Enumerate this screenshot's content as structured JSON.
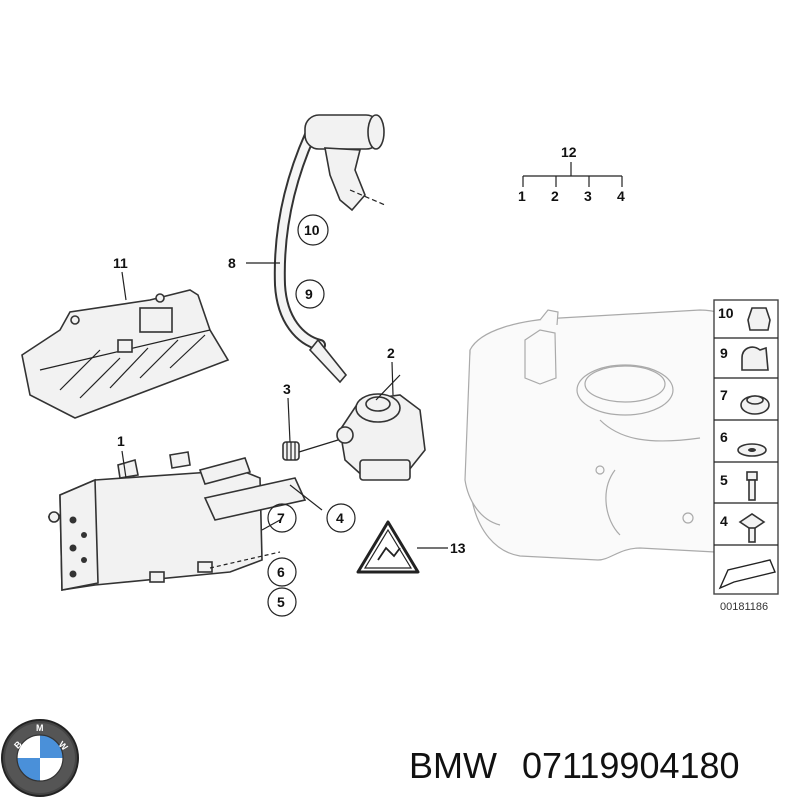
{
  "diagram": {
    "group_label": "12",
    "group_children": [
      "1",
      "2",
      "3",
      "4"
    ],
    "callouts": [
      {
        "id": "c1",
        "label": "1"
      },
      {
        "id": "c2",
        "label": "2"
      },
      {
        "id": "c3",
        "label": "3"
      },
      {
        "id": "c4",
        "label": "4"
      },
      {
        "id": "c5",
        "label": "5"
      },
      {
        "id": "c6",
        "label": "6"
      },
      {
        "id": "c7",
        "label": "7"
      },
      {
        "id": "c8",
        "label": "8"
      },
      {
        "id": "c9",
        "label": "9"
      },
      {
        "id": "c10",
        "label": "10"
      },
      {
        "id": "c11",
        "label": "11"
      },
      {
        "id": "c13",
        "label": "13"
      }
    ],
    "legend_items": [
      "10",
      "9",
      "7",
      "6",
      "5",
      "4"
    ],
    "diagram_code": "00181186"
  },
  "footer": {
    "brand": "BMW",
    "part_number": "07119904180",
    "logo_icon": "bmw-roundel-icon"
  }
}
